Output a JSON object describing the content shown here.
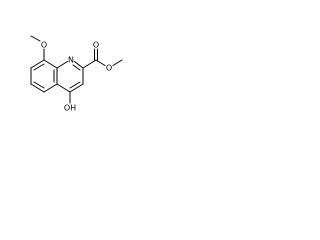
{
  "molecule": {
    "atoms": {
      "ring_nitrogen": "N",
      "methoxy_oxygen": "O",
      "carbonyl_oxygen": "O",
      "ester_oxygen": "O",
      "hydroxyl": "OH"
    },
    "colors": {
      "bond": "#000000",
      "label": "#000000",
      "background": "#ffffff"
    }
  }
}
